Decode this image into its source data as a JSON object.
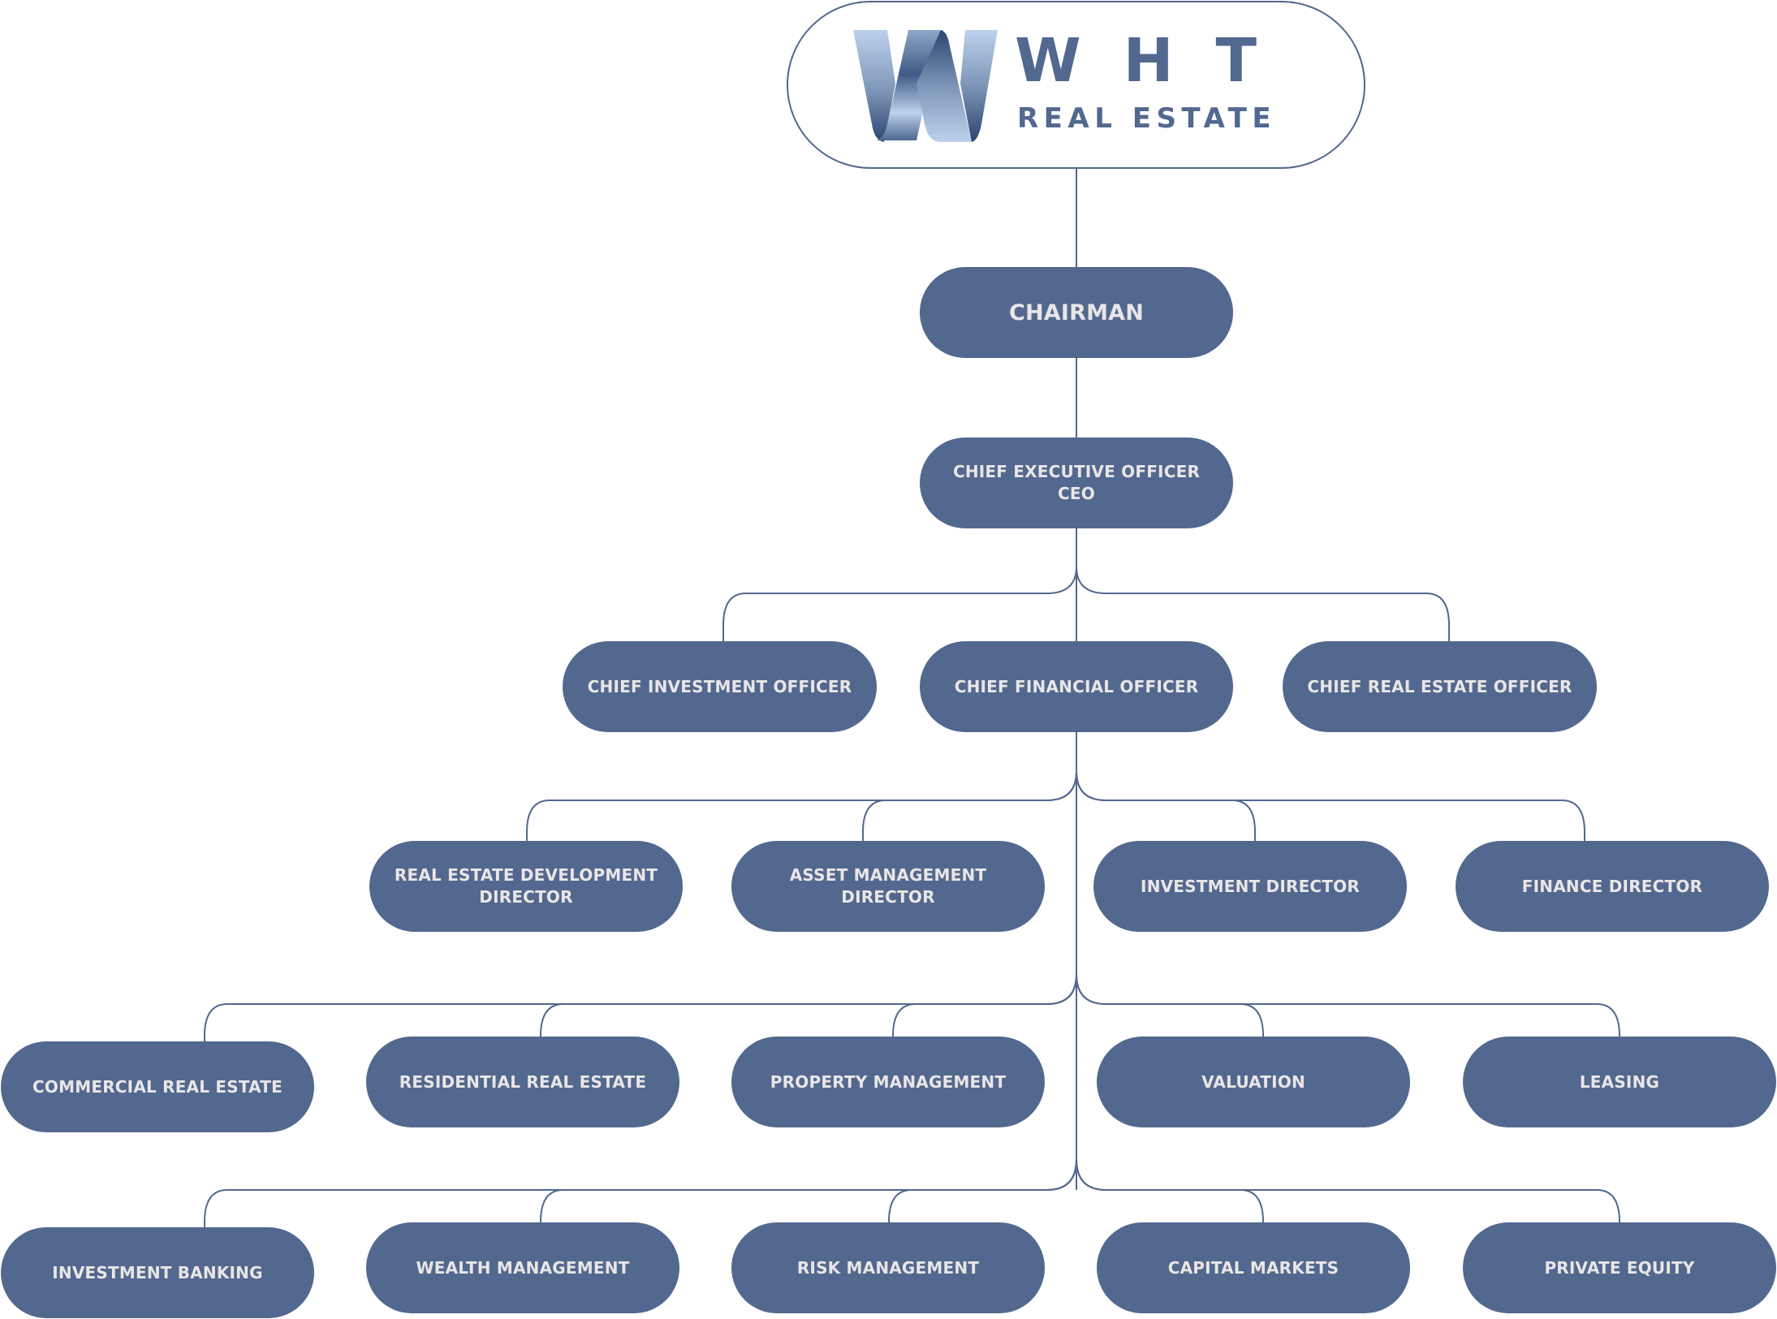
{
  "logo": {
    "title": "WHT",
    "subtitle": "REAL ESTATE",
    "mark": "W"
  },
  "colors": {
    "node_fill": "#53688f",
    "node_text": "#e9e6e6",
    "line": "#53688f",
    "logo_text": "#53688f"
  },
  "nodes": {
    "chairman": "CHAIRMAN",
    "ceo": "CHIEF EXECUTIVE OFFICER\nCEO",
    "cio": "CHIEF INVESTMENT OFFICER",
    "cfo": "CHIEF FINANCIAL OFFICER",
    "creo": "CHIEF REAL ESTATE OFFICER",
    "red_director": "REAL ESTATE DEVELOPMENT\nDIRECTOR",
    "am_director": "ASSET MANAGEMENT\nDIRECTOR",
    "inv_director": "INVESTMENT DIRECTOR",
    "fin_director": "FINANCE DIRECTOR",
    "commercial_re": "COMMERCIAL REAL ESTATE",
    "residential_re": "RESIDENTIAL REAL ESTATE",
    "property_mgmt": "PROPERTY MANAGEMENT",
    "valuation": "VALUATION",
    "leasing": "LEASING",
    "investment_banking": "INVESTMENT BANKING",
    "wealth_mgmt": "WEALTH MANAGEMENT",
    "risk_mgmt": "RISK MANAGEMENT",
    "capital_markets": "CAPITAL MARKETS",
    "private_equity": "PRIVATE EQUITY"
  },
  "hierarchy": [
    {
      "parent": "logo",
      "children": [
        "chairman"
      ]
    },
    {
      "parent": "chairman",
      "children": [
        "ceo"
      ]
    },
    {
      "parent": "ceo",
      "children": [
        "cio",
        "cfo",
        "creo"
      ]
    },
    {
      "parent": "cfo",
      "children": [
        "red_director",
        "am_director",
        "inv_director",
        "fin_director",
        "commercial_re",
        "residential_re",
        "property_mgmt",
        "valuation",
        "leasing",
        "investment_banking",
        "wealth_mgmt",
        "risk_mgmt",
        "capital_markets",
        "private_equity"
      ]
    }
  ]
}
